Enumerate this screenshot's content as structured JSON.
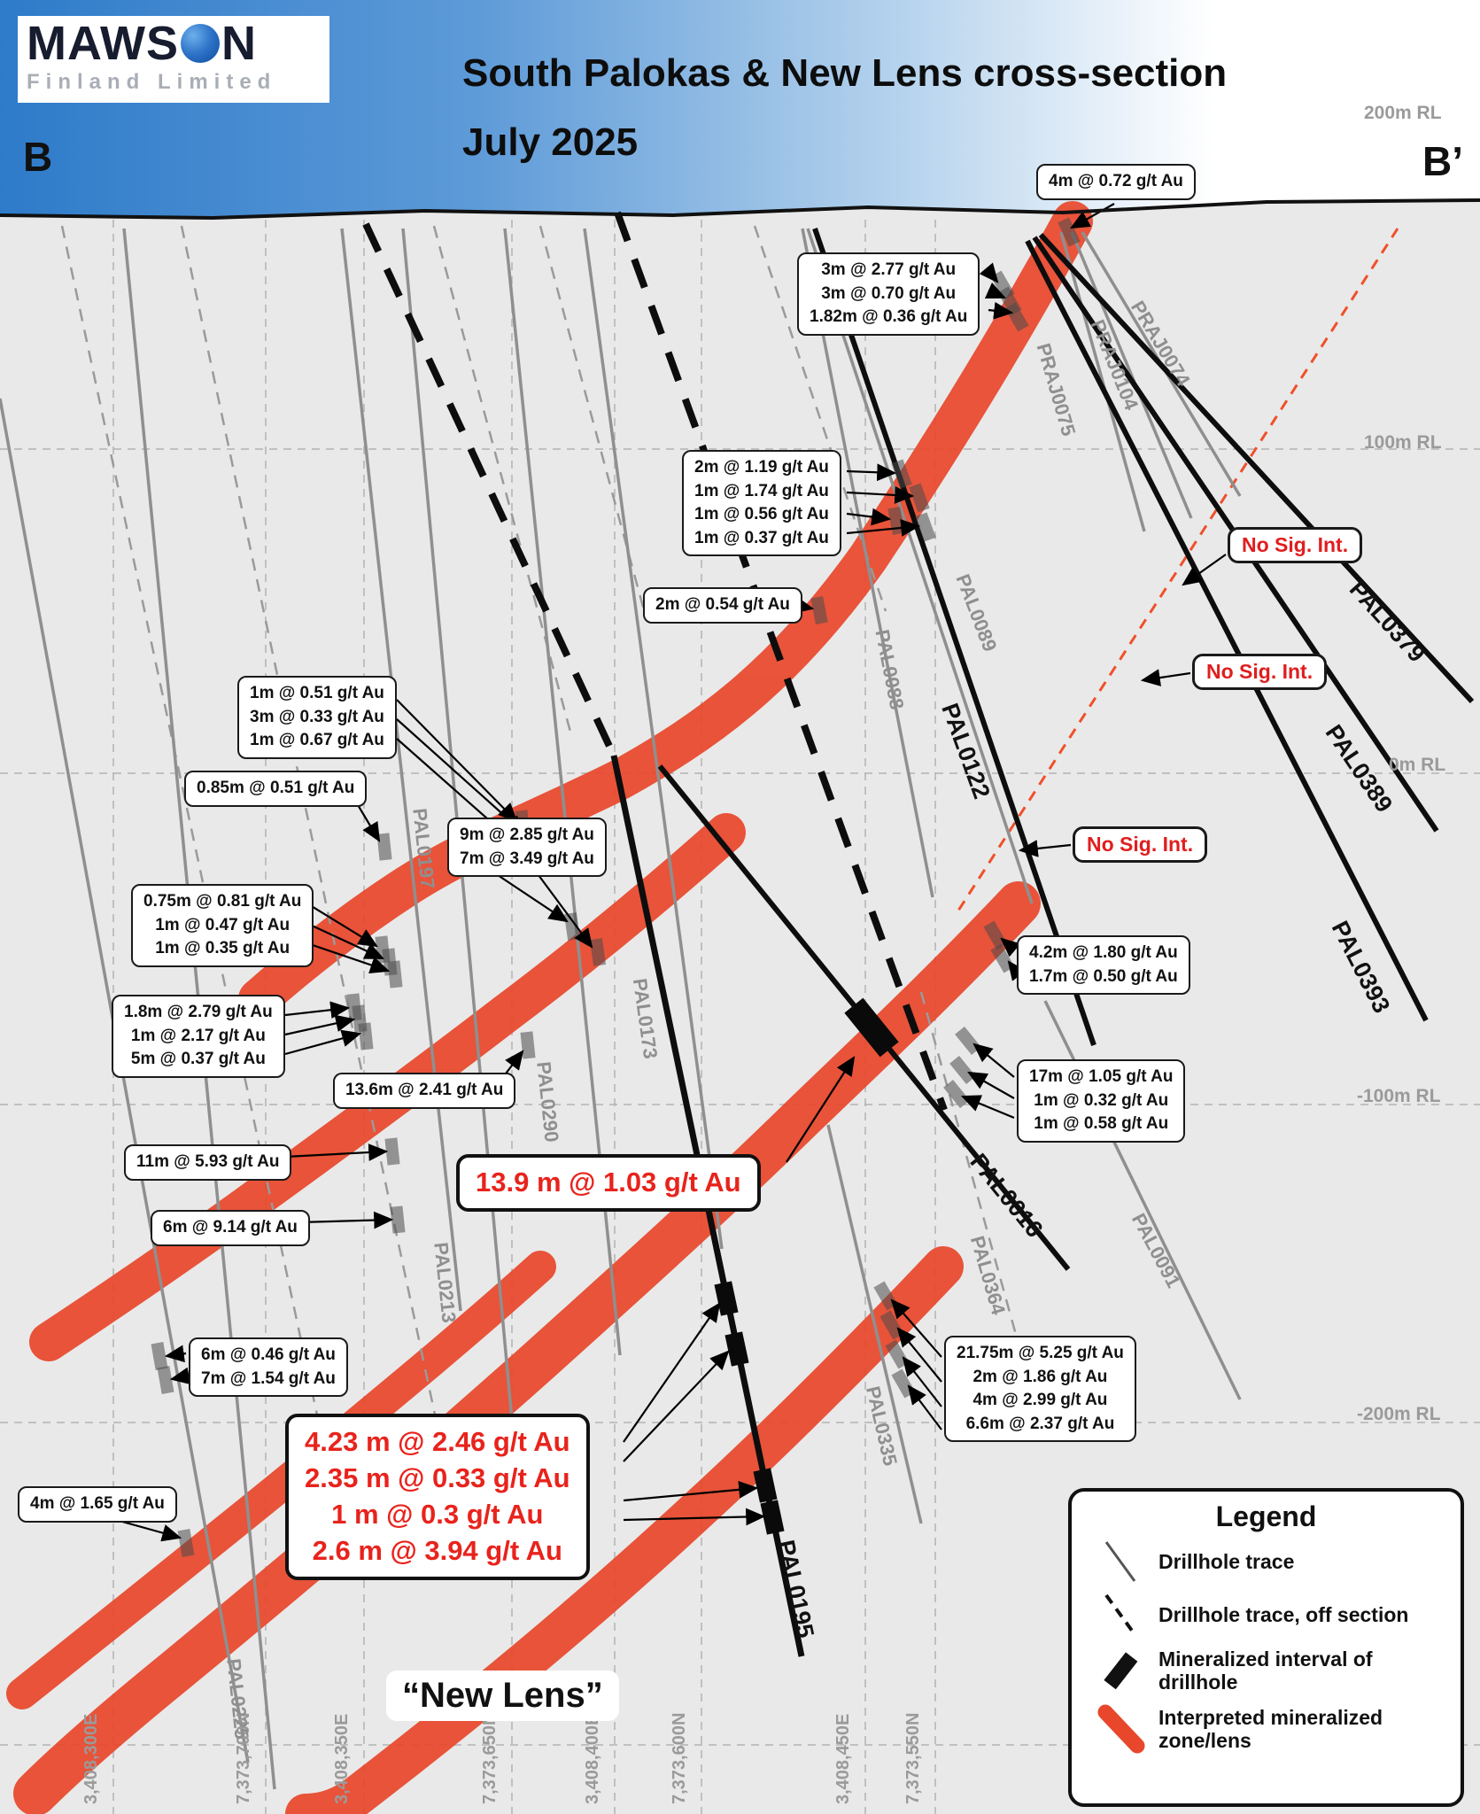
{
  "header": {
    "logo_left": "MAWS",
    "logo_right": "N",
    "logo_sub": "Finland Limited",
    "title_line1": "South Palokas & New Lens cross-section",
    "title_line2": "July 2025",
    "section_left": "B",
    "section_right": "B’"
  },
  "axes": {
    "rl": [
      "200m RL",
      "100m RL",
      "0m RL",
      "-100m RL",
      "-200m RL"
    ],
    "coords": [
      "3,408,300E",
      "7,373,700N",
      "3,408,350E",
      "7,373,650N",
      "3,408,400E",
      "7,373,600N",
      "3,408,450E",
      "7,373,550N"
    ]
  },
  "holes": [
    {
      "name": "PRAJ0074"
    },
    {
      "name": "PRAJ0104"
    },
    {
      "name": "PRAJ0075"
    },
    {
      "name": "PAL0089"
    },
    {
      "name": "PAL0088"
    },
    {
      "name": "PAL0122"
    },
    {
      "name": "PAL0379"
    },
    {
      "name": "PAL0389"
    },
    {
      "name": "PAL0393"
    },
    {
      "name": "PAL0197"
    },
    {
      "name": "PAL0173"
    },
    {
      "name": "PAL0290"
    },
    {
      "name": "PAL0213"
    },
    {
      "name": "PAL0225"
    },
    {
      "name": "PAL0016"
    },
    {
      "name": "PAL0364"
    },
    {
      "name": "PAL0091"
    },
    {
      "name": "PAL0335"
    },
    {
      "name": "PAL0195"
    }
  ],
  "callouts": [
    {
      "lines": [
        "4m @ 0.72 g/t Au"
      ]
    },
    {
      "lines": [
        "3m @ 2.77 g/t Au",
        "3m @ 0.70 g/t Au",
        "1.82m @ 0.36 g/t Au"
      ]
    },
    {
      "lines": [
        "2m @ 1.19 g/t Au",
        "1m @ 1.74 g/t Au",
        "1m @ 0.56 g/t Au",
        "1m @ 0.37 g/t Au"
      ]
    },
    {
      "lines": [
        "2m @ 0.54 g/t Au"
      ]
    },
    {
      "lines": [
        "1m @ 0.51 g/t Au",
        "3m @ 0.33 g/t Au",
        "1m @ 0.67 g/t Au"
      ]
    },
    {
      "lines": [
        "0.85m @ 0.51 g/t Au"
      ]
    },
    {
      "lines": [
        "9m @ 2.85 g/t Au",
        "7m @ 3.49 g/t Au"
      ]
    },
    {
      "lines": [
        "0.75m @ 0.81 g/t Au",
        "1m @ 0.47 g/t Au",
        "1m @ 0.35 g/t Au"
      ]
    },
    {
      "lines": [
        "1.8m @ 2.79 g/t Au",
        "1m @ 2.17 g/t Au",
        "5m @ 0.37 g/t Au"
      ]
    },
    {
      "lines": [
        "13.6m @ 2.41 g/t Au"
      ]
    },
    {
      "lines": [
        "11m @ 5.93 g/t Au"
      ]
    },
    {
      "lines": [
        "6m @ 9.14 g/t Au"
      ]
    },
    {
      "lines": [
        "6m @ 0.46 g/t Au",
        "7m @ 1.54 g/t Au"
      ]
    },
    {
      "lines": [
        "4m @ 1.65 g/t Au"
      ]
    },
    {
      "lines": [
        "4.2m @ 1.80 g/t Au",
        "1.7m @ 0.50 g/t Au"
      ]
    },
    {
      "lines": [
        "17m @ 1.05 g/t Au",
        "1m @ 0.32 g/t Au",
        "1m @ 0.58 g/t Au"
      ]
    },
    {
      "lines": [
        "21.75m @ 5.25 g/t Au",
        "2m @ 1.86 g/t Au",
        "4m @ 2.99 g/t Au",
        "6.6m @ 2.37 g/t Au"
      ]
    }
  ],
  "no_sig": {
    "label": "No Sig. Int."
  },
  "highlights": {
    "interval_large": "13.9 m @ 1.03 g/t Au",
    "new_lens_intervals": [
      "4.23 m @ 2.46 g/t Au",
      "2.35 m @ 0.33 g/t Au",
      "1 m @ 0.3 g/t Au",
      "2.6 m @ 3.94 g/t Au"
    ],
    "new_lens_label": "“New Lens”"
  },
  "legend": {
    "title": "Legend",
    "items": [
      {
        "label": "Drillhole trace"
      },
      {
        "label": "Drillhole trace, off section"
      },
      {
        "label": "Mineralized interval of drillhole"
      },
      {
        "label": "Interpreted mineralized zone/lens"
      }
    ]
  },
  "colors": {
    "header_blue": "#3a87d4",
    "zone_red": "#e8472b",
    "highlight_red": "#e8231c",
    "trace_gray": "#8f8f8f"
  }
}
